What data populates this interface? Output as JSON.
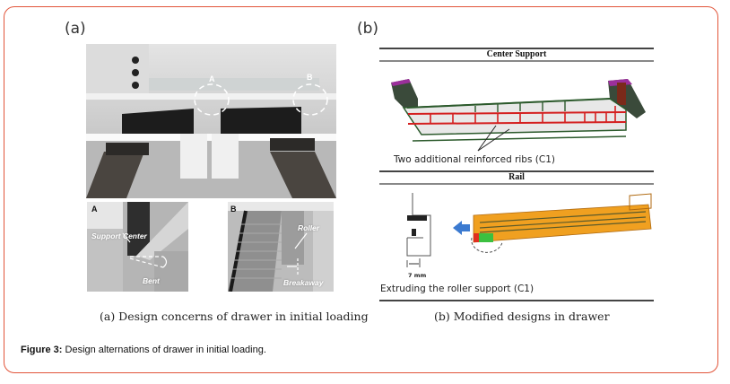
{
  "figure": {
    "panel_a_label": "(a)",
    "panel_b_label": "(b)",
    "caption_bold": "Figure 3:",
    "caption_text": " Design alternations of drawer in initial loading.",
    "border_color": "#e2553a"
  },
  "panel_a": {
    "main_photo": {
      "marker_a": "A",
      "marker_b": "B"
    },
    "detail_a": {
      "tag": "A",
      "label_support": "Support Center",
      "label_bent": "Bent"
    },
    "detail_b": {
      "tag": "B",
      "label_roller": "Roller",
      "label_breakaway": "Breakaway"
    },
    "subcaption": "(a) Design concerns of drawer in initial loading"
  },
  "panel_b": {
    "section1_title": "Center Support",
    "section1_caption": "Two additional reinforced ribs (C1)",
    "section2_title": "Rail",
    "section2_dimension": "7 mm",
    "section2_caption": "Extruding the roller support (C1)",
    "subcaption": "(b) Modified designs in drawer"
  }
}
